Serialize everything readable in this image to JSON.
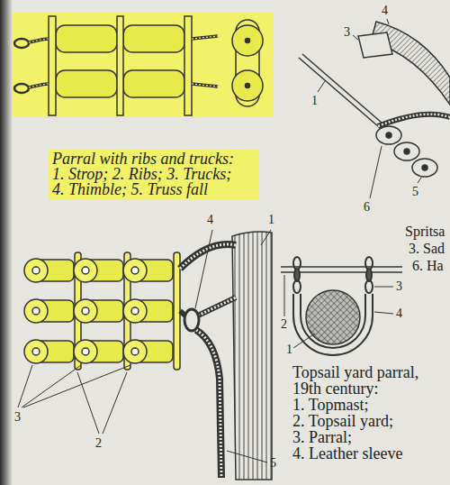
{
  "diagram": {
    "labels": [
      "Parral with ribs and trucks: 1. Strop; 2. Ribs; 3. Trucks; 4. Thimble; 5. Truss fall",
      "3",
      "2",
      "4",
      "1",
      "5",
      "3",
      "4",
      "1",
      "5",
      "6",
      "Spritsa",
      "3. Sad",
      "6. Ha",
      "2",
      "1",
      "3",
      "4",
      "Topsail yard parral, 19th century:",
      "1. Topmast;",
      "2. Topsail yard;",
      "3. Parral;",
      "4. Leather sleeve"
    ]
  }
}
